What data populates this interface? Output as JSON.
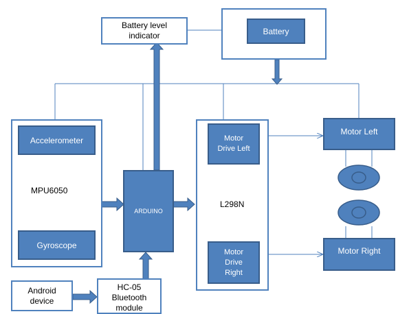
{
  "colors": {
    "block_fill": "#4f81bd",
    "block_border": "#385d8a",
    "line": "#4f81bd",
    "arrow": "#4f81bd",
    "text_on_fill": "#ffffff",
    "text": "#000000"
  },
  "blocks": {
    "battery_level_indicator": "Battery level indicator",
    "battery": "Battery",
    "mpu6050": "MPU6050",
    "accelerometer": "Accelerometer",
    "gyroscope": "Gyroscope",
    "arduino": "ARDUINO",
    "l298n": "L298N",
    "motor_drive_left": "Motor Drive Left",
    "motor_drive_right": "Motor Drive Right",
    "motor_left": "Motor Left",
    "motor_right": "Motor Right",
    "android_device": "Android device",
    "hc05": "HC-05 Bluetooth module"
  }
}
